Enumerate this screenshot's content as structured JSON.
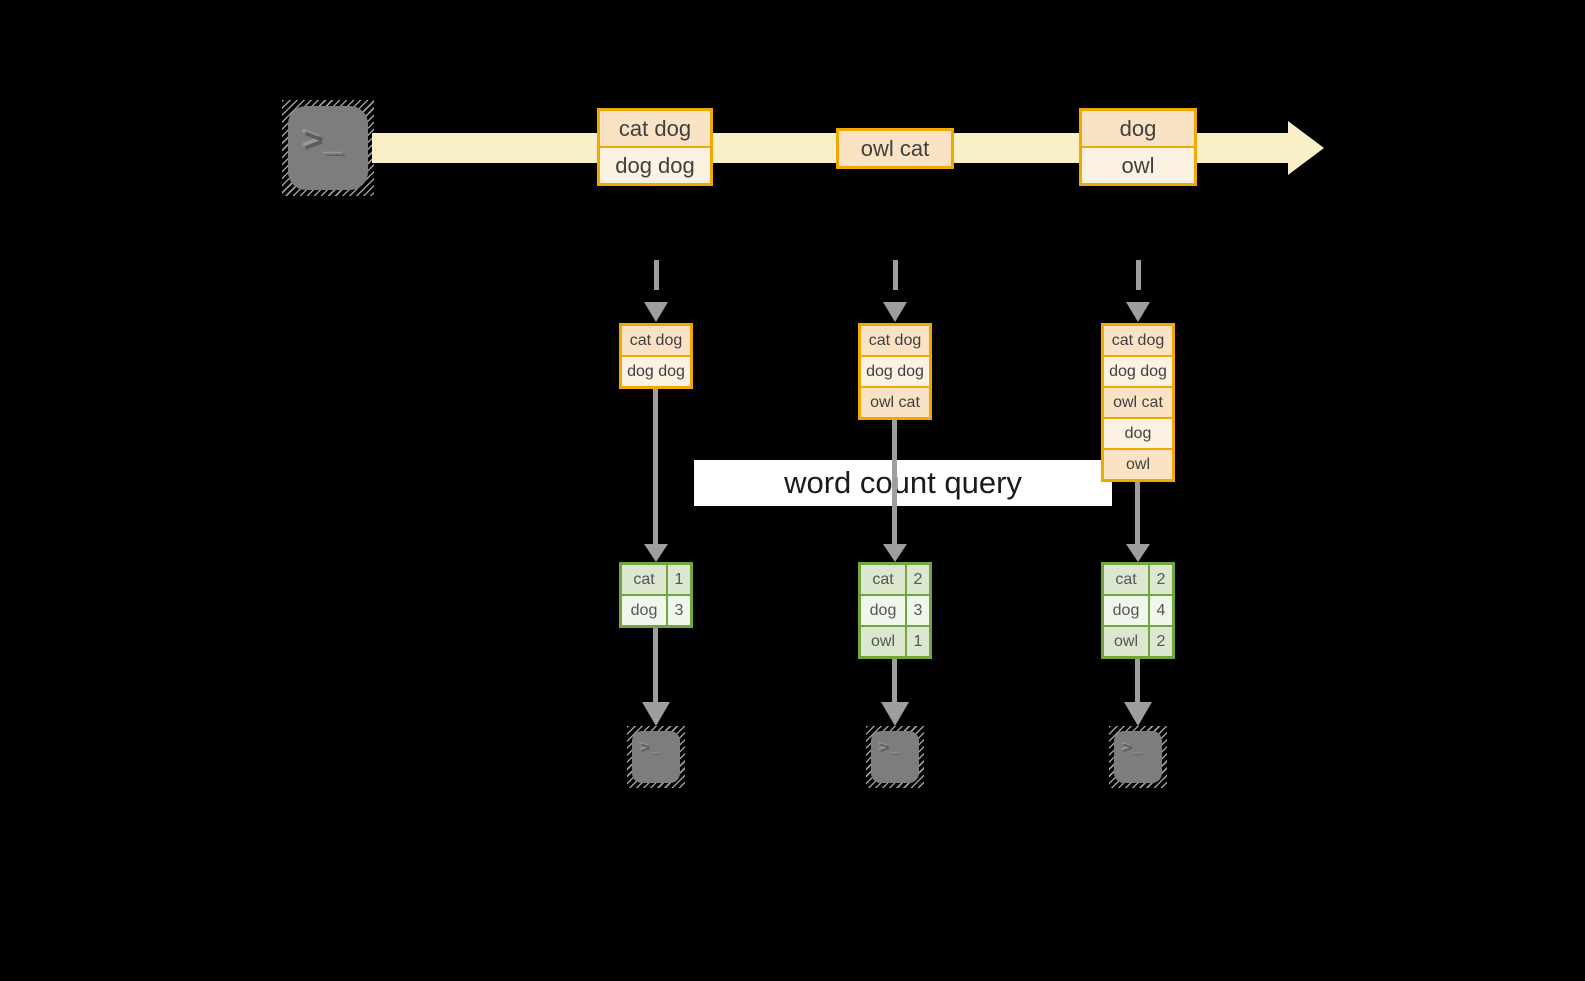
{
  "label": "word count query",
  "icons": {
    "terminal_chevron": ">",
    "terminal_underscore": "_"
  },
  "colors": {
    "background": "#000000",
    "stream_band": "#faf0c8",
    "event_border": "#f1a800",
    "event_fill_dark": "#fae3c4",
    "event_fill_light": "#fcf2e2",
    "arrow_gray": "#9e9e9e",
    "label_bg": "#ffffff",
    "table_border": "#71a63f",
    "table_cell_dark": "#dbe8cf",
    "table_cell_light": "#f1f6ec",
    "terminal_gray": "#7d7d7d"
  },
  "timeline": {
    "events": [
      {
        "messages": [
          "cat dog",
          "dog dog"
        ]
      },
      {
        "messages": [
          "owl cat"
        ]
      },
      {
        "messages": [
          "dog",
          "owl"
        ]
      }
    ]
  },
  "columns": [
    {
      "buffer": [
        "cat dog",
        "dog dog"
      ],
      "counts": [
        {
          "word": "cat",
          "count": "1"
        },
        {
          "word": "dog",
          "count": "3"
        }
      ]
    },
    {
      "buffer": [
        "cat dog",
        "dog dog",
        "owl cat"
      ],
      "counts": [
        {
          "word": "cat",
          "count": "2"
        },
        {
          "word": "dog",
          "count": "3"
        },
        {
          "word": "owl",
          "count": "1"
        }
      ]
    },
    {
      "buffer": [
        "cat dog",
        "dog dog",
        "owl cat",
        "dog",
        "owl"
      ],
      "counts": [
        {
          "word": "cat",
          "count": "2"
        },
        {
          "word": "dog",
          "count": "4"
        },
        {
          "word": "owl",
          "count": "2"
        }
      ]
    }
  ]
}
